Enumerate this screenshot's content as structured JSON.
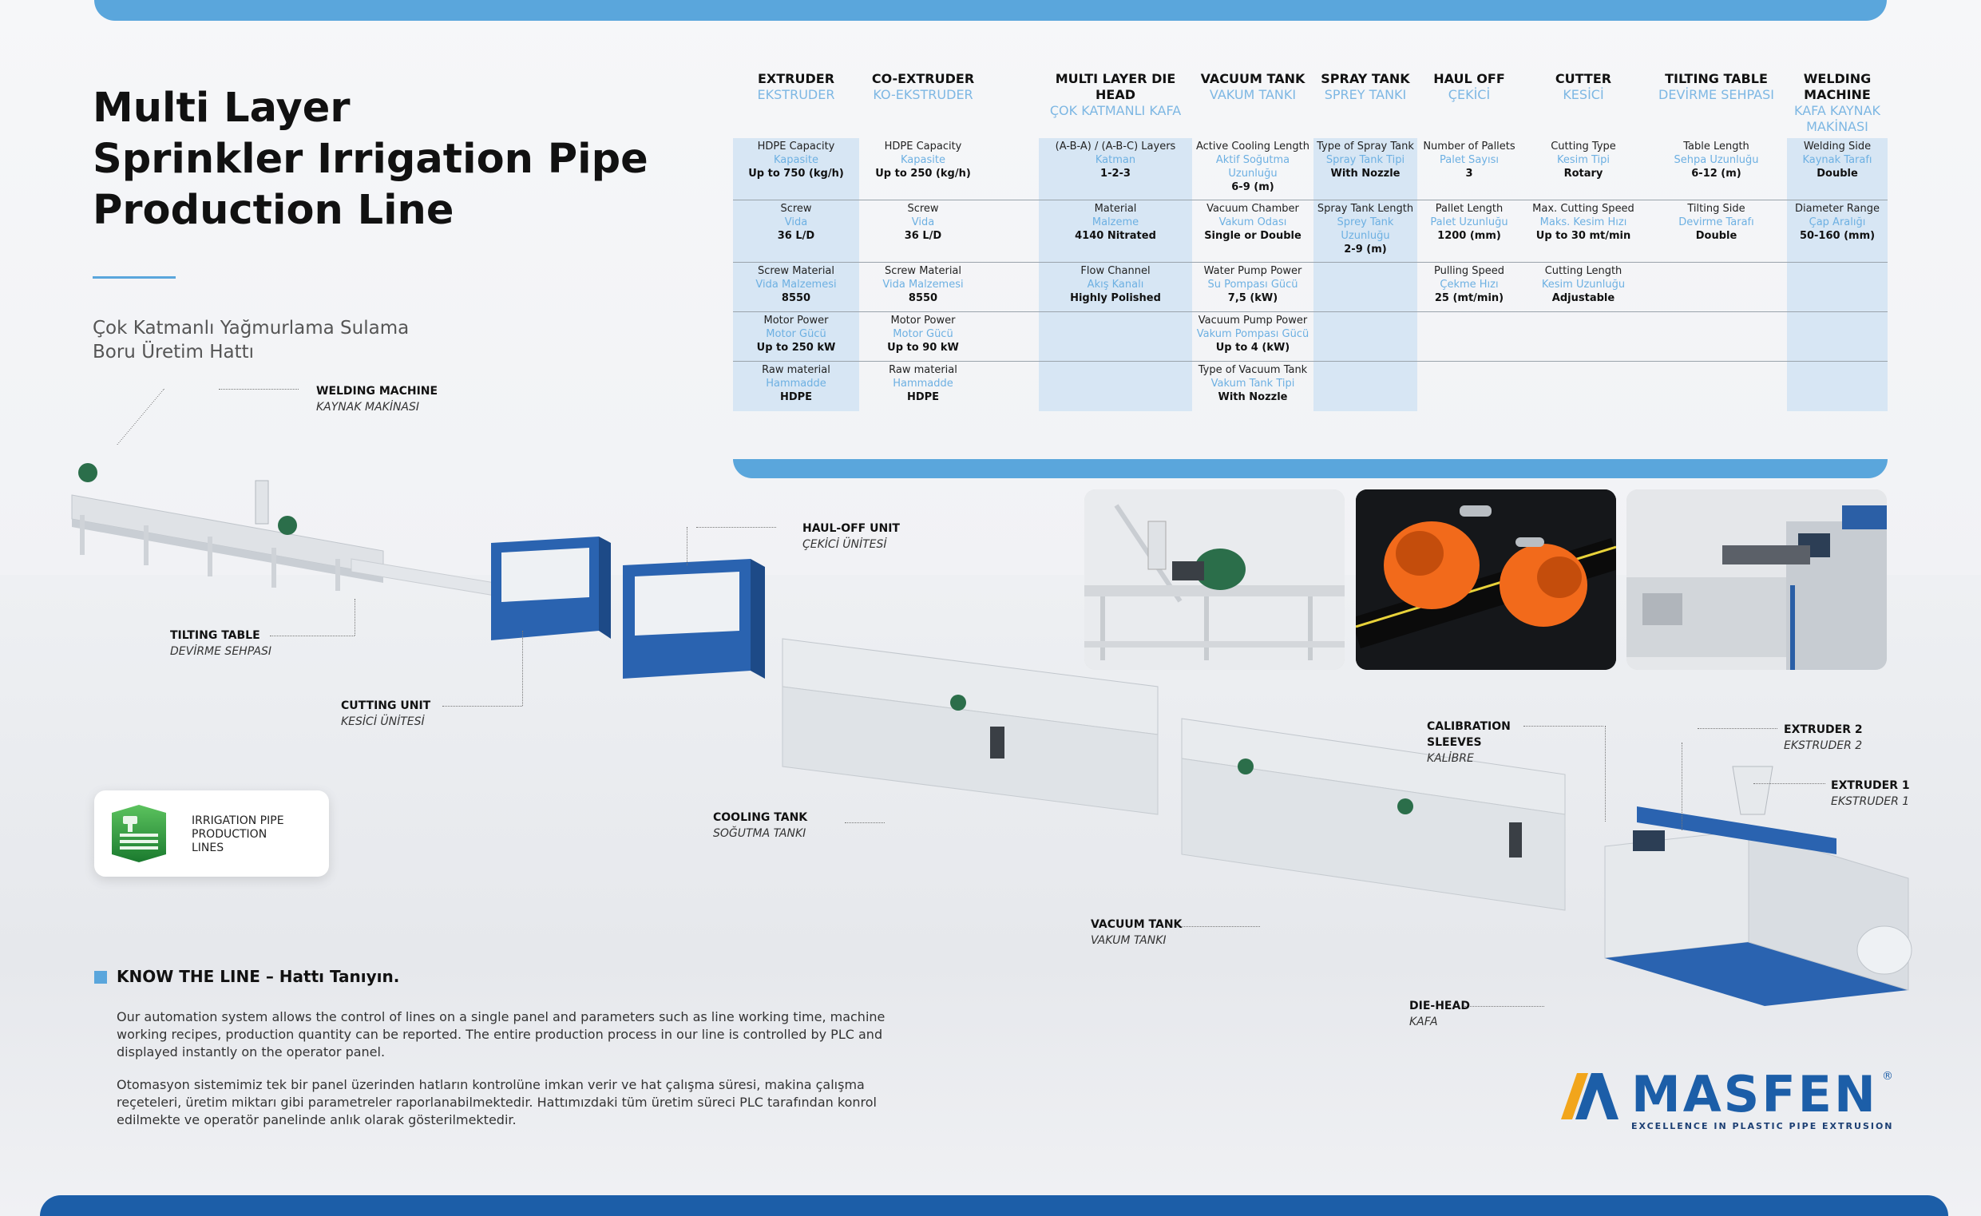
{
  "title": "Multi Layer\nSprinkler Irrigation Pipe\nProduction Line",
  "subtitle": "Çok Katmanlı Yağmurlama Sulama\nBoru Üretim Hattı",
  "table": {
    "columns": [
      {
        "en": "EXTRUDER",
        "tr": "EKSTRUDER",
        "shade": true,
        "cells": [
          {
            "l": "HDPE Capacity",
            "t": "Kapasite",
            "v": "Up to 750 (kg/h)"
          },
          {
            "l": "Screw",
            "t": "Vida",
            "v": "36 L/D"
          },
          {
            "l": "Screw Material",
            "t": "Vida Malzemesi",
            "v": "8550"
          },
          {
            "l": "Motor Power",
            "t": "Motor Gücü",
            "v": "Up to 250 kW"
          },
          {
            "l": "Raw material",
            "t": "Hammadde",
            "v": "HDPE"
          }
        ]
      },
      {
        "en": "CO-EXTRUDER",
        "tr": "KO-EKSTRUDER",
        "shade": false,
        "cells": [
          {
            "l": "HDPE Capacity",
            "t": "Kapasite",
            "v": "Up to 250 (kg/h)"
          },
          {
            "l": "Screw",
            "t": "Vida",
            "v": "36 L/D"
          },
          {
            "l": "Screw Material",
            "t": "Vida Malzemesi",
            "v": "8550"
          },
          {
            "l": "Motor Power",
            "t": "Motor Gücü",
            "v": "Up to 90 kW"
          },
          {
            "l": "Raw material",
            "t": "Hammadde",
            "v": "HDPE"
          }
        ]
      },
      {
        "en": "MULTI LAYER DIE HEAD",
        "tr": "ÇOK KATMANLI KAFA",
        "shade": true,
        "cells": [
          {
            "l": "(A-B-A) / (A-B-C) Layers",
            "t": "Katman",
            "v": "1-2-3"
          },
          {
            "l": "Material",
            "t": "Malzeme",
            "v": "4140 Nitrated"
          },
          {
            "l": "Flow Channel",
            "t": "Akış Kanalı",
            "v": "Highly Polished"
          },
          null,
          null
        ]
      },
      {
        "en": "VACUUM TANK",
        "tr": "VAKUM TANKI",
        "shade": false,
        "cells": [
          {
            "l": "Active Cooling Length",
            "t": "Aktif Soğutma Uzunluğu",
            "v": "6-9 (m)"
          },
          {
            "l": "Vacuum Chamber",
            "t": "Vakum Odası",
            "v": "Single or Double"
          },
          {
            "l": "Water Pump Power",
            "t": "Su Pompası Gücü",
            "v": "7,5 (kW)"
          },
          {
            "l": "Vacuum Pump Power",
            "t": "Vakum Pompası Gücü",
            "v": "Up to 4 (kW)"
          },
          {
            "l": "Type of Vacuum Tank",
            "t": "Vakum Tank Tipi",
            "v": "With Nozzle"
          }
        ]
      },
      {
        "en": "SPRAY TANK",
        "tr": "SPREY TANKI",
        "shade": true,
        "cells": [
          {
            "l": "Type of Spray Tank",
            "t": "Spray Tank Tipi",
            "v": "With Nozzle"
          },
          {
            "l": "Spray Tank  Length",
            "t": "Sprey Tank Uzunluğu",
            "v": "2-9 (m)"
          },
          null,
          null,
          null
        ]
      },
      {
        "en": "HAUL OFF",
        "tr": "ÇEKİCİ",
        "shade": false,
        "cells": [
          {
            "l": "Number of Pallets",
            "t": "Palet Sayısı",
            "v": "3"
          },
          {
            "l": "Pallet Length",
            "t": "Palet Uzunluğu",
            "v": "1200 (mm)"
          },
          {
            "l": "Pulling Speed",
            "t": "Çekme Hızı",
            "v": "25 (mt/min)"
          },
          null,
          null
        ]
      },
      {
        "en": "CUTTER",
        "tr": "KESİCİ",
        "shade": false,
        "cells": [
          {
            "l": "Cutting Type",
            "t": "Kesim Tipi",
            "v": "Rotary"
          },
          {
            "l": "Max. Cutting Speed",
            "t": "Maks. Kesim Hızı",
            "v": "Up to 30 mt/min"
          },
          {
            "l": "Cutting Length",
            "t": "Kesim Uzunluğu",
            "v": "Adjustable"
          },
          null,
          null
        ]
      },
      {
        "en": "TILTING TABLE",
        "tr": "DEVİRME SEHPASI",
        "shade": false,
        "cells": [
          {
            "l": "Table Length",
            "t": "Sehpa Uzunluğu",
            "v": "6-12 (m)"
          },
          {
            "l": "Tilting Side",
            "t": "Devirme Tarafı",
            "v": "Double"
          },
          null,
          null,
          null
        ]
      },
      {
        "en": "WELDING MACHINE",
        "tr": "KAFA KAYNAK MAKİNASI",
        "shade": true,
        "cells": [
          {
            "l": "Welding Side",
            "t": "Kaynak Tarafı",
            "v": "Double"
          },
          {
            "l": "Diameter Range",
            "t": "Çap Aralığı",
            "v": "50-160 (mm)"
          },
          null,
          null,
          null
        ]
      }
    ]
  },
  "labels": [
    {
      "en": "WELDING MACHINE",
      "tr": "KAYNAK MAKİNASI"
    },
    {
      "en": "HAUL-OFF UNIT",
      "tr": "ÇEKİCİ ÜNİTESİ"
    },
    {
      "en": "TILTING TABLE",
      "tr": "DEVİRME SEHPASI"
    },
    {
      "en": "CUTTING UNIT",
      "tr": "KESİCİ ÜNİTESİ"
    },
    {
      "en": "COOLING TANK",
      "tr": "SOĞUTMA TANKI"
    },
    {
      "en": "CALIBRATION\nSLEEVES",
      "tr": "KALİBRE"
    },
    {
      "en": "EXTRUDER  2",
      "tr": "EKSTRUDER 2"
    },
    {
      "en": "EXTRUDER 1",
      "tr": "EKSTRUDER 1"
    },
    {
      "en": "VACUUM TANK",
      "tr": "VAKUM TANKI"
    },
    {
      "en": "DIE-HEAD",
      "tr": "KAFA"
    }
  ],
  "badge": {
    "text": "IRRIGATION PIPE\nPRODUCTION\nLINES"
  },
  "know": {
    "title": "KNOW THE LINE – Hattı Tanıyın.",
    "p1": "Our automation system allows the control of lines on a single panel and parameters such as line working time, machine working recipes, production quantity can be reported. The entire production process in our line is controlled by PLC and displayed instantly on the operator panel.",
    "p2": "Otomasyon sistemimiz tek bir panel üzerinden hatların kontrolüne imkan verir ve hat çalışma süresi, makina çalışma reçeteleri, üretim miktarı gibi parametreler raporlanabilmektedir. Hattımızdaki tüm üretim süreci PLC tarafından konrol edilmekte ve operatör panelinde anlık olarak gösterilmektedir."
  },
  "logo": {
    "word": "MASFEN",
    "tagline": "EXCELLENCE IN PLASTIC PIPE EXTRUSION",
    "reg": "®"
  },
  "colors": {
    "accent": "#5aa6dc",
    "brand": "#1c5ea8",
    "shade": "#d7e6f4",
    "orange": "#f26a1b"
  }
}
